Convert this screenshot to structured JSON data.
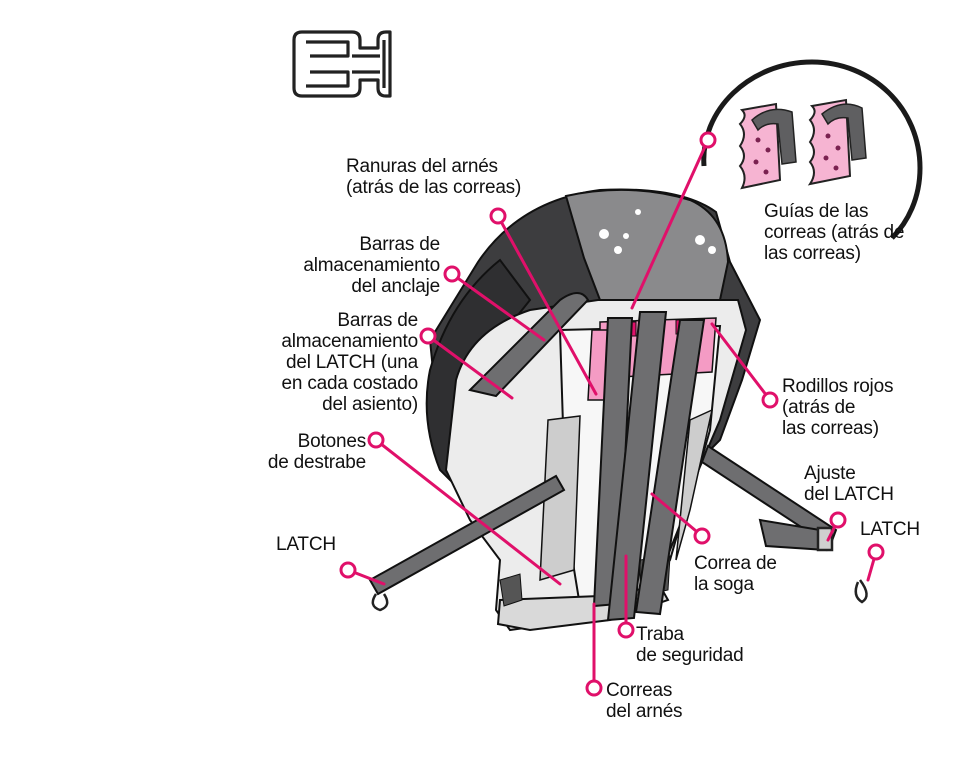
{
  "colors": {
    "accent": "#e0106a",
    "strap": "#6e6e70",
    "shell_dark": "#3d3d3f",
    "shell_mid": "#8a8a8c",
    "shell_light": "#ececec",
    "guide_pink": "#f6b4d2"
  },
  "icons": {
    "header_icon": "strap-guide-clip-icon"
  },
  "labels": {
    "harness_slots": "Ranuras del arnés\n(atrás de las correas)",
    "anchor_storage": "Barras de\nalmacenamiento\ndel anclaje",
    "latch_storage": "Barras de\nalmacenamiento\ndel LATCH (una\nen cada costado\ndel asiento)",
    "release_buttons": "Botones\nde destrabe",
    "latch_left": "LATCH",
    "strap_guides": "Guías de las\ncorreas (atrás de\nlas correas)",
    "red_rollers": "Rodillos rojos\n(atrás de\nlas correas)",
    "latch_adjust": "Ajuste\ndel LATCH",
    "latch_right": "LATCH",
    "tether_strap": "Correa de\nla soga",
    "safety_lock": "Traba\nde seguridad",
    "harness_straps": "Correas\ndel arnés"
  }
}
